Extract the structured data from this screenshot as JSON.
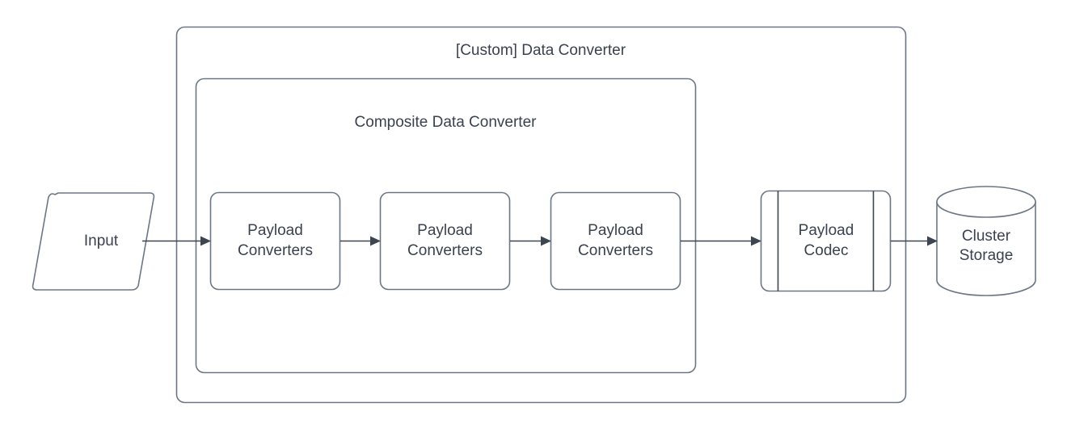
{
  "diagram": {
    "title": "[Custom] Data Converter",
    "type": "flowchart",
    "colors": {
      "stroke": "#6c7785",
      "connector_stroke": "#3d4550",
      "text": "#3a4250",
      "fill": "#ffffff",
      "background": "#ffffff"
    },
    "containers": [
      {
        "id": "custom-data-converter",
        "label": "[Custom] Data Converter",
        "shape": "rounded-rectangle"
      },
      {
        "id": "composite-data-converter",
        "label": "Composite Data Converter",
        "shape": "rounded-rectangle"
      }
    ],
    "nodes": [
      {
        "id": "input",
        "label": "Input",
        "shape": "parallelogram",
        "icon": "input-data-shape"
      },
      {
        "id": "payload-converters-1",
        "label": "Payload\nConverters",
        "shape": "rounded-rectangle",
        "icon": "process-box-shape"
      },
      {
        "id": "payload-converters-2",
        "label": "Payload\nConverters",
        "shape": "rounded-rectangle",
        "icon": "process-box-shape"
      },
      {
        "id": "payload-converters-3",
        "label": "Payload\nConverters",
        "shape": "rounded-rectangle",
        "icon": "process-box-shape"
      },
      {
        "id": "payload-codec",
        "label": "Payload\nCodec",
        "shape": "predefined-process",
        "icon": "predefined-process-shape"
      },
      {
        "id": "cluster-storage",
        "label": "Cluster\nStorage",
        "shape": "cylinder",
        "icon": "database-cylinder-icon"
      }
    ],
    "edges": [
      {
        "id": "edge-input-to-pc1",
        "from": "input",
        "to": "payload-converters-1",
        "arrow": "solid-triangle"
      },
      {
        "id": "edge-pc1-to-pc2",
        "from": "payload-converters-1",
        "to": "payload-converters-2",
        "arrow": "solid-triangle"
      },
      {
        "id": "edge-pc2-to-pc3",
        "from": "payload-converters-2",
        "to": "payload-converters-3",
        "arrow": "solid-triangle"
      },
      {
        "id": "edge-pc3-to-codec",
        "from": "payload-converters-3",
        "to": "payload-codec",
        "arrow": "solid-triangle"
      },
      {
        "id": "edge-codec-to-storage",
        "from": "payload-codec",
        "to": "cluster-storage",
        "arrow": "solid-triangle"
      }
    ]
  }
}
